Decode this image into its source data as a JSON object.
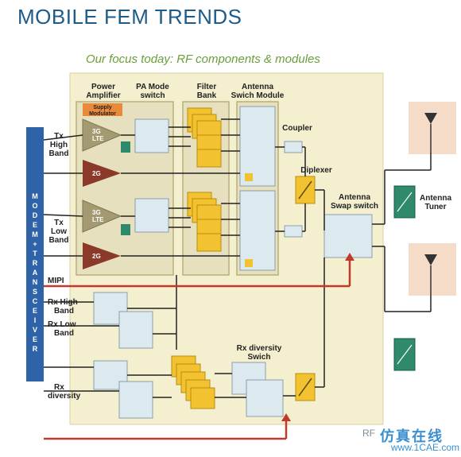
{
  "title": "MOBILE FEM TRENDS",
  "subtitle": "Our focus today: RF components & modules",
  "labels": {
    "power_amplifier": [
      "Power",
      "Amplifier"
    ],
    "pa_mode_switch": [
      "PA Mode",
      "switch"
    ],
    "filter_bank": [
      "Filter",
      "Bank"
    ],
    "antenna_switch_module": [
      "Antenna",
      "Swich Module"
    ],
    "supply_modulator": [
      "Supply",
      "Modulator"
    ],
    "coupler": "Coupler",
    "diplexer": "Diplexer",
    "antenna_swap_switch": [
      "Antenna",
      "Swap switch"
    ],
    "antenna_tuner": [
      "Antenna",
      "Tuner"
    ],
    "tx_high_band": [
      "Tx",
      "High",
      "Band"
    ],
    "tx_low_band": [
      "Tx",
      "Low",
      "Band"
    ],
    "mipi": "MIPI",
    "rx_high_band": [
      "Rx High",
      "Band"
    ],
    "rx_low_band": [
      "Rx Low",
      "Band"
    ],
    "rx_diversity": [
      "Rx",
      "diversity"
    ],
    "rx_diversity_switch": [
      "Rx diversity",
      "Swich"
    ],
    "modem_transceiver": [
      "M",
      "O",
      "D",
      "E",
      "M",
      "+",
      "T",
      "R",
      "A",
      "N",
      "S",
      "C",
      "E",
      "I",
      "V",
      "E",
      "R"
    ],
    "pa_3g_lte": [
      "3G",
      "LTE"
    ],
    "pa_2g": "2G"
  },
  "watermark": {
    "prefix": "RF",
    "cn": "仿真在线",
    "url": "www.1CAE.com"
  },
  "colors": {
    "title": "#1f5b88",
    "subtitle": "#6a9e3a",
    "module_bg": "#f3efcf",
    "module_border": "#b8b07a",
    "inner_panel": "#e6e0bf",
    "switch_box": "#dce9ef",
    "modem_bar": "#2e63a8",
    "signal_red": "#c0392b",
    "filter_gold": "#f2c230",
    "pa_olive": "#a49a72",
    "pa_2g": "#8b3a2a",
    "tuner_green": "#2e8a6a",
    "antenna_bg": "#f5dcc8"
  }
}
